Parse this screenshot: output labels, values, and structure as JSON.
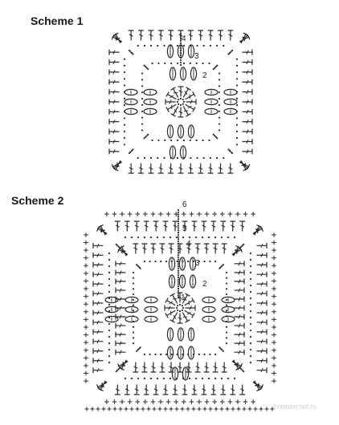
{
  "scheme1": {
    "title": "Scheme 1",
    "round_labels": [
      "4",
      "3",
      "2"
    ]
  },
  "scheme2": {
    "title": "Scheme 2",
    "round_labels": [
      "6",
      "5",
      "4",
      "3",
      "2",
      "1"
    ]
  },
  "watermark": "liveinternet.ru"
}
